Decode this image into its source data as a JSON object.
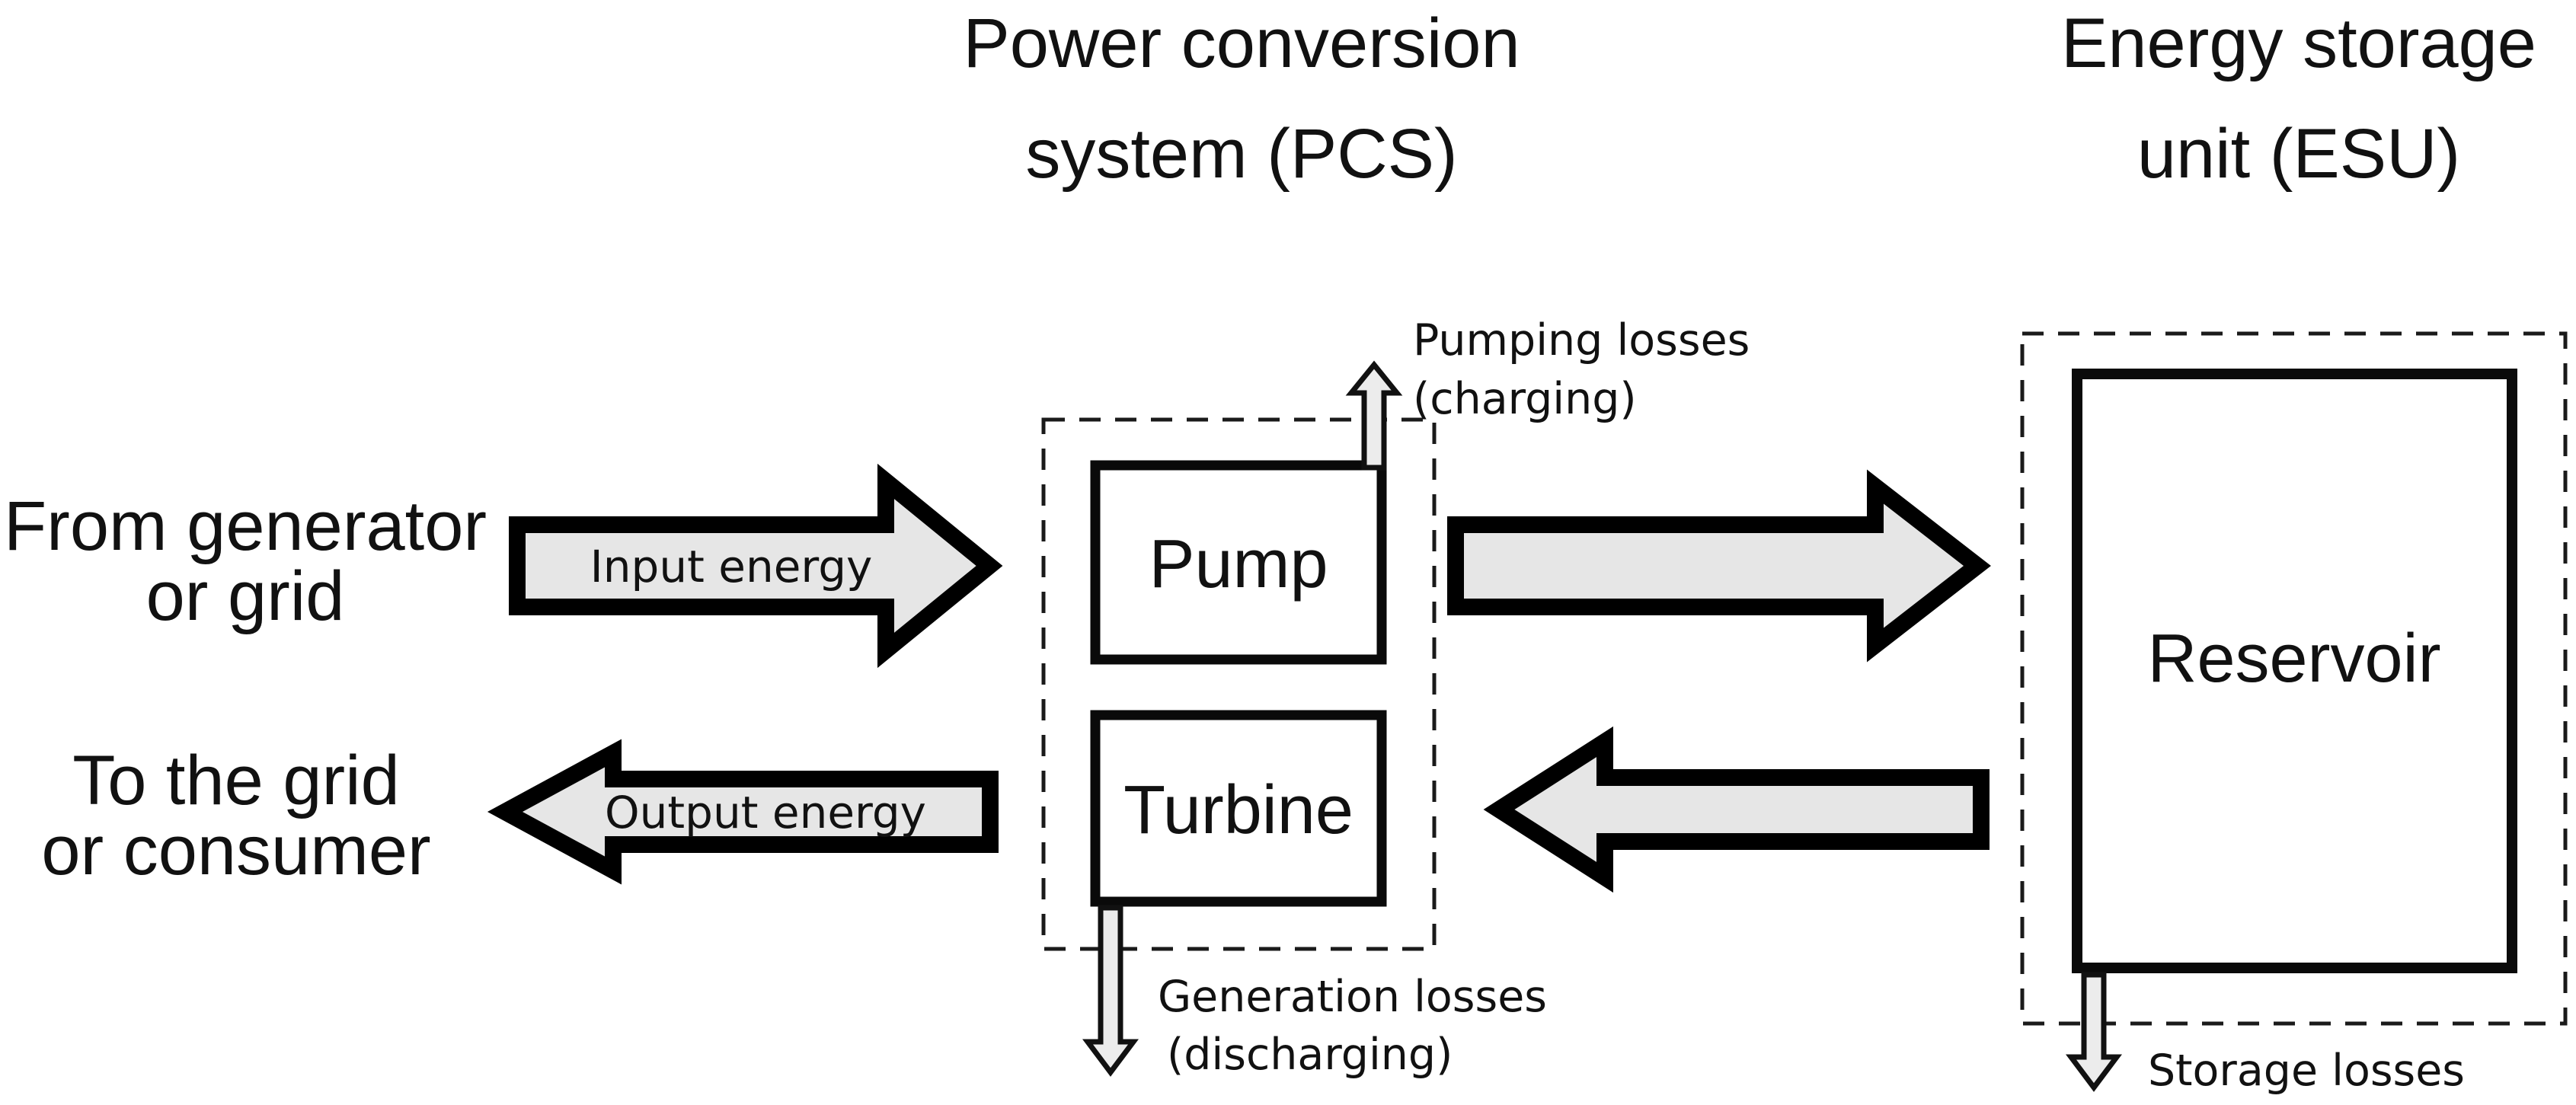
{
  "titles": {
    "pcs": {
      "line1": "Power conversion",
      "line2": "system (PCS)"
    },
    "esu": {
      "line1": "Energy storage",
      "line2": "unit (ESU)"
    }
  },
  "endpoints": {
    "source": {
      "line1": "From generator",
      "line2": "or grid"
    },
    "sink": {
      "line1": "To the grid",
      "line2": "or consumer"
    }
  },
  "components": {
    "pump": "Pump",
    "turbine": "Turbine",
    "reservoir": "Reservoir"
  },
  "flows": {
    "input": "Input energy",
    "output": "Output energy"
  },
  "losses": {
    "pumping": {
      "line1": "Pumping losses",
      "line2": "(charging)"
    },
    "generation": {
      "line1": "Generation losses",
      "line2": "(discharging)"
    },
    "storage": {
      "line1": "Storage losses"
    }
  },
  "colors": {
    "background": "#ffffff",
    "outline": "#000000",
    "big_arrow_fill": "#e6e6e6",
    "small_arrow_fill": "#ececec",
    "box_fill": "#ffffff"
  }
}
